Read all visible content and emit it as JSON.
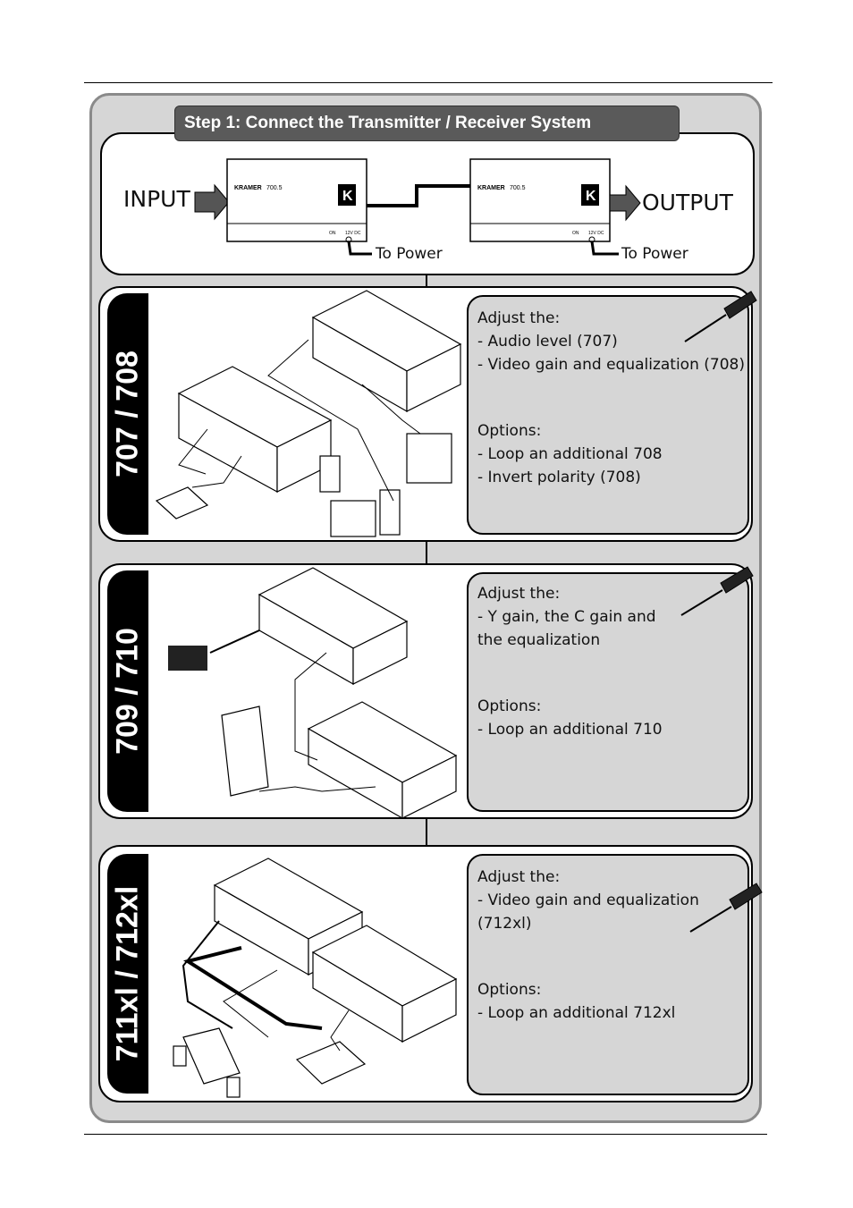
{
  "step1": {
    "title": "Step 1: Connect the Transmitter / Receiver System",
    "input_label": "INPUT",
    "output_label": "OUTPUT",
    "to_power_left": "To Power",
    "to_power_right": "To Power",
    "brand": "KRAMER"
  },
  "sections": [
    {
      "tab": "707 / 708",
      "adjust_heading": "Adjust the:",
      "adjust_items": [
        "- Audio level (707)",
        "- Video gain and equalization (708)"
      ],
      "options_heading": "Options:",
      "options_items": [
        "- Loop an additional 708",
        "- Invert polarity (708)"
      ]
    },
    {
      "tab": "709 / 710",
      "adjust_heading": "Adjust the:",
      "adjust_items": [
        "- Y gain, the C gain and",
        "   the equalization"
      ],
      "options_heading": "Options:",
      "options_items": [
        "- Loop an additional 710"
      ]
    },
    {
      "tab": "711xl / 712xl",
      "adjust_heading": "Adjust the:",
      "adjust_items": [
        "- Video gain and equalization",
        "  (712xl)"
      ],
      "options_heading": "Options:",
      "options_items": [
        "- Loop an additional 712xl"
      ]
    }
  ]
}
